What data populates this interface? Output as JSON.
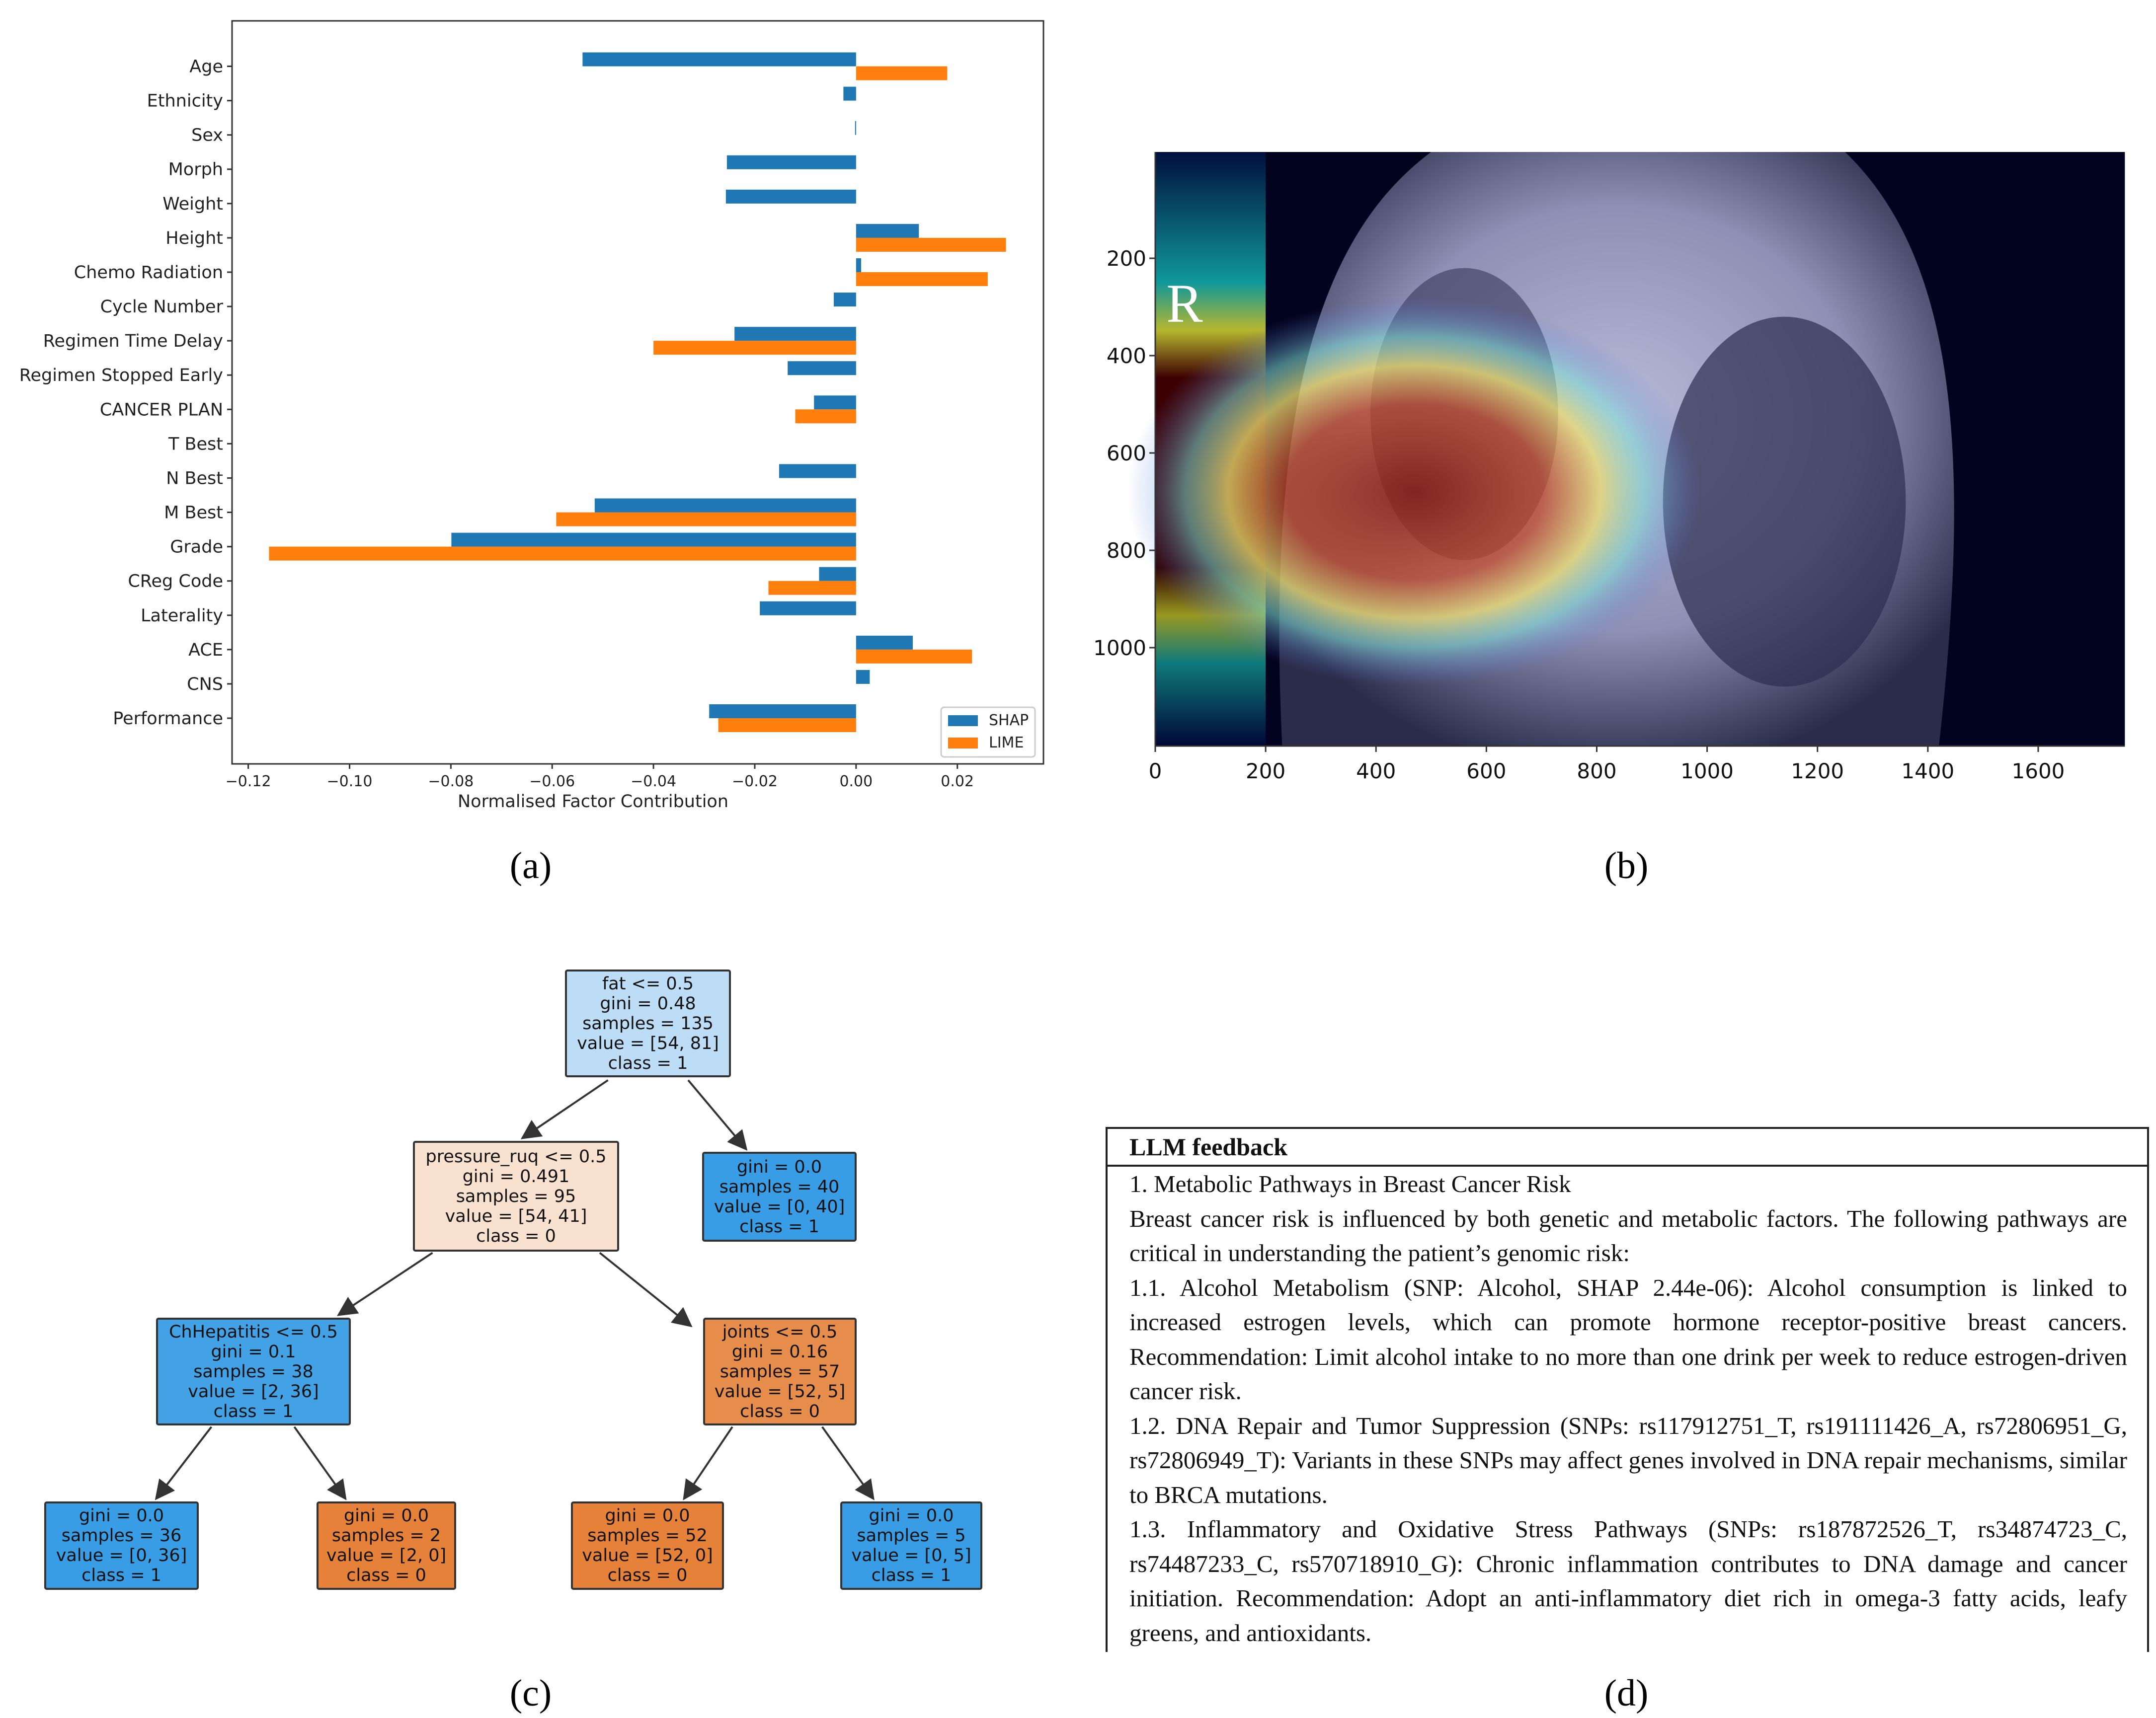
{
  "captions": {
    "a": "(a)",
    "b": "(b)",
    "c": "(c)",
    "d": "(d)"
  },
  "chart_data": [
    {
      "type": "bar",
      "orientation": "horizontal",
      "categories": [
        "Age",
        "Ethnicity",
        "Sex",
        "Morph",
        "Weight",
        "Height",
        "Chemo Radiation",
        "Cycle Number",
        "Regimen Time Delay",
        "Regimen Stopped Early",
        "CANCER PLAN",
        "T Best",
        "N Best",
        "M Best",
        "Grade",
        "CReg Code",
        "Laterality",
        "ACE",
        "CNS",
        "Performance"
      ],
      "series": [
        {
          "name": "SHAP",
          "color": "#1f77b4",
          "values": [
            -0.054,
            -0.0025,
            -0.0002,
            -0.0255,
            -0.0257,
            0.0124,
            0.001,
            -0.0044,
            -0.024,
            -0.0135,
            -0.0083,
            0,
            -0.0152,
            -0.0516,
            -0.0799,
            -0.0073,
            -0.019,
            0.0112,
            0.0027,
            -0.029
          ]
        },
        {
          "name": "LIME",
          "color": "#ff7f0e",
          "values": [
            0.018,
            0,
            0,
            0,
            0,
            0.0296,
            0.026,
            0,
            -0.04,
            0,
            -0.012,
            0,
            0,
            -0.0592,
            -0.1159,
            -0.0173,
            0,
            0.0229,
            0,
            -0.0272
          ]
        }
      ],
      "xlabel": "Normalised Factor Contribution",
      "xlim": [
        -0.1232,
        0.037
      ],
      "xticks": [
        -0.12,
        -0.1,
        -0.08,
        -0.06,
        -0.04,
        -0.02,
        0.0,
        0.02
      ],
      "xtick_labels": [
        "−0.12",
        "−0.10",
        "−0.08",
        "−0.06",
        "−0.04",
        "−0.02",
        "0.00",
        "0.02"
      ],
      "legend_placement": "lower-right",
      "grid": false
    },
    {
      "type": "heatmap",
      "description_free": true,
      "xlim": [
        0,
        1757
      ],
      "ylim": [
        1220,
        0
      ],
      "xticks": [
        0,
        200,
        400,
        600,
        800,
        1000,
        1200,
        1400,
        1600
      ],
      "yticks": [
        200,
        400,
        600,
        800,
        1000
      ],
      "overlay_label": "R",
      "colormap": "jet"
    }
  ],
  "tree": {
    "nodes": [
      {
        "id": "root",
        "lines": [
          "fat <= 0.5",
          "gini = 0.48",
          "samples = 135",
          "value = [54, 81]",
          "class = 1"
        ],
        "color": "#bddcf5"
      },
      {
        "id": "pressure",
        "lines": [
          "pressure_ruq <= 0.5",
          "gini = 0.491",
          "samples = 95",
          "value = [54, 41]",
          "class = 0"
        ],
        "color": "#f9e1cf"
      },
      {
        "id": "leaf-40",
        "lines": [
          "gini = 0.0",
          "samples = 40",
          "value = [0, 40]",
          "class = 1"
        ],
        "color": "#399de5"
      },
      {
        "id": "chhep",
        "lines": [
          "ChHepatitis <= 0.5",
          "gini = 0.1",
          "samples = 38",
          "value = [2, 36]",
          "class = 1"
        ],
        "color": "#43a2e6"
      },
      {
        "id": "joints",
        "lines": [
          "joints <= 0.5",
          "gini = 0.16",
          "samples = 57",
          "value = [52, 5]",
          "class = 0"
        ],
        "color": "#e78d4c"
      },
      {
        "id": "leaf-36",
        "lines": [
          "gini = 0.0",
          "samples = 36",
          "value = [0, 36]",
          "class = 1"
        ],
        "color": "#399de5"
      },
      {
        "id": "leaf-2",
        "lines": [
          "gini = 0.0",
          "samples = 2",
          "value = [2, 0]",
          "class = 0"
        ],
        "color": "#e58139"
      },
      {
        "id": "leaf-52",
        "lines": [
          "gini = 0.0",
          "samples = 52",
          "value = [52, 0]",
          "class = 0"
        ],
        "color": "#e58139"
      },
      {
        "id": "leaf-5",
        "lines": [
          "gini = 0.0",
          "samples = 5",
          "value = [0, 5]",
          "class = 1"
        ],
        "color": "#399de5"
      }
    ]
  },
  "llm": {
    "title": "LLM feedback",
    "paragraphs": [
      "1. Metabolic Pathways in Breast Cancer Risk",
      "Breast cancer risk is influenced by both genetic and metabolic factors. The following pathways are critical in understanding the patient’s genomic risk:",
      "1.1. Alcohol Metabolism (SNP: Alcohol, SHAP 2.44e-06): Alcohol consumption is linked to increased estrogen levels, which can promote hormone receptor-positive breast cancers. Recommendation: Limit alcohol intake to no more than one drink per week to reduce estrogen-driven cancer risk.",
      "1.2. DNA Repair and Tumor Suppression (SNPs: rs117912751_T, rs191111426_A, rs72806951_G, rs72806949_T): Variants in these SNPs may affect genes involved in DNA repair mechanisms, similar to BRCA mutations.",
      "1.3. Inflammatory and Oxidative Stress Pathways (SNPs: rs187872526_T, rs34874723_C, rs74487233_C, rs570718910_G): Chronic inflammation contributes to DNA damage and cancer initiation. Recommendation: Adopt an anti-inflammatory diet rich in omega-3 fatty acids, leafy greens, and antioxidants."
    ]
  }
}
